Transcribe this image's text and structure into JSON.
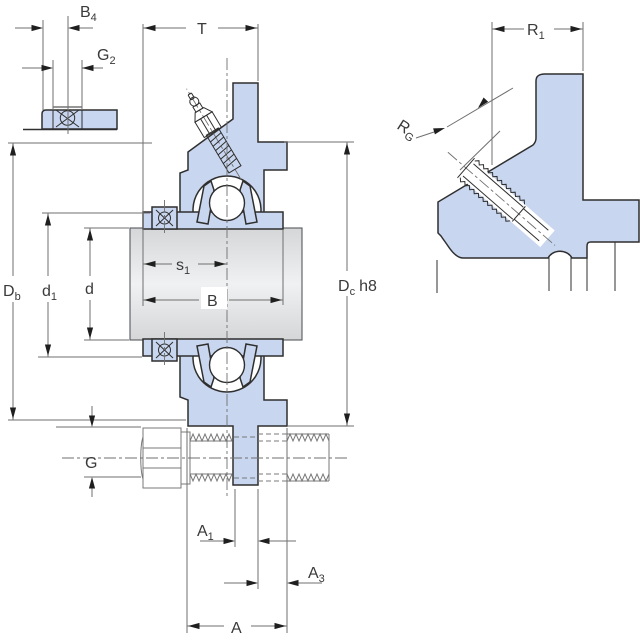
{
  "drawing": {
    "labels": {
      "b4": {
        "main": "B",
        "sub": "4"
      },
      "g2": {
        "main": "G",
        "sub": "2"
      },
      "t": {
        "main": "T"
      },
      "r1": {
        "main": "R",
        "sub": "1"
      },
      "rg": {
        "main": "R",
        "sub": "G"
      },
      "db": {
        "main": "D",
        "sub": "b"
      },
      "d1": {
        "main": "d",
        "sub": "1"
      },
      "d": {
        "main": "d"
      },
      "s1": {
        "main": "s",
        "sub": "1"
      },
      "b": {
        "main": "B"
      },
      "dc": {
        "main": "D",
        "sub": "c",
        "suffix": "h8"
      },
      "g": {
        "main": "G"
      },
      "a1": {
        "main": "A",
        "sub": "1"
      },
      "a3": {
        "main": "A",
        "sub": "3"
      },
      "a": {
        "main": "A"
      }
    },
    "colors": {
      "part_fill": "#c9d6ef",
      "outline": "#2f2f2f",
      "dimension_line": "#6f6f6f",
      "arrow": "#1f1f1f",
      "text": "#3a3a3a",
      "shaft_gray": "#d9dbdd",
      "background": "#ffffff"
    }
  }
}
